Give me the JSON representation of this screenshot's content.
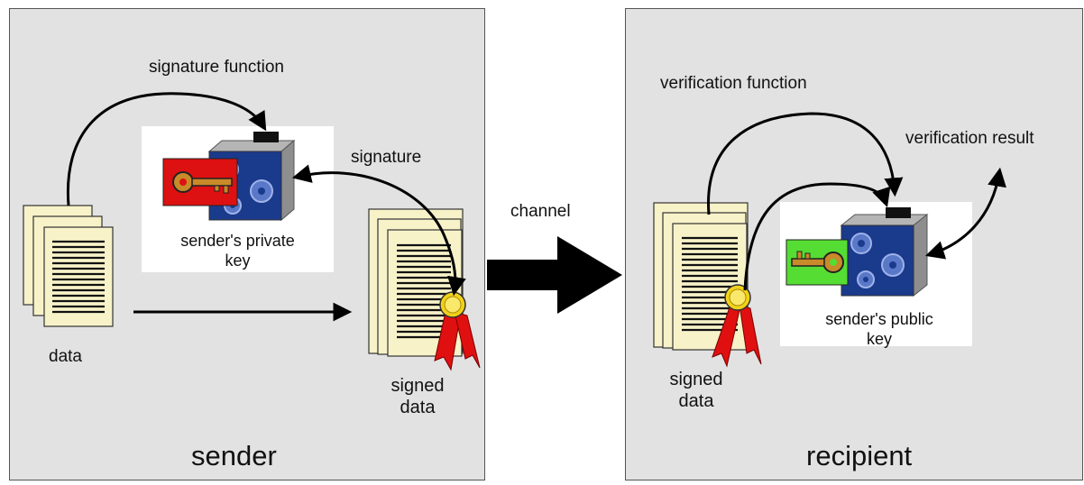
{
  "sender": {
    "title": "sender",
    "signature_function": "signature function",
    "signature": "signature",
    "key_line1": "sender's private",
    "key_line2": "key",
    "data": "data",
    "signed_line1": "signed",
    "signed_line2": "data"
  },
  "channel": "channel",
  "recipient": {
    "title": "recipient",
    "verification_function": "verification function",
    "verification_result": "verification result",
    "key_line1": "sender's public",
    "key_line2": "key",
    "signed_line1": "signed",
    "signed_line2": "data"
  },
  "colors": {
    "panel": "#e2e2e2",
    "private_key_bg": "#dd1111",
    "public_key_bg": "#55dd33",
    "machine_blue": "#1a3a8c",
    "document": "#f7f2c8",
    "seal_gold": "#f2d21a",
    "ribbon_red": "#e01010"
  },
  "icons": [
    "document-stack-icon",
    "key-icon",
    "gear-icon",
    "seal-icon",
    "arrow-icon"
  ]
}
